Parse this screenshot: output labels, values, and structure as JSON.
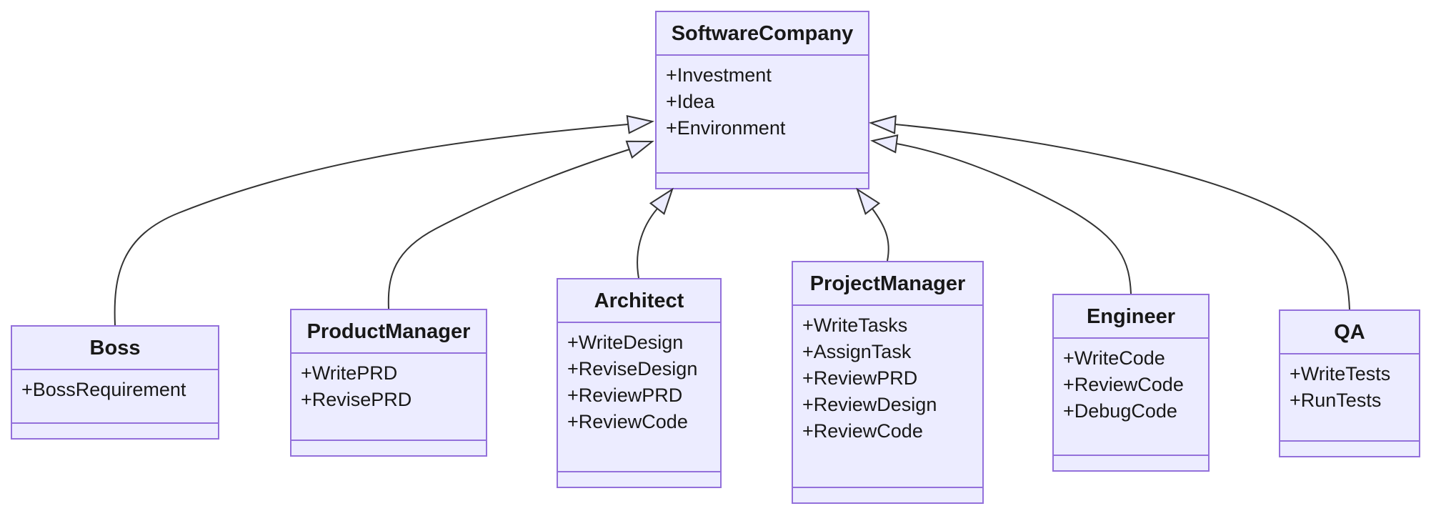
{
  "diagram": {
    "kind": "uml-class-diagram",
    "colors": {
      "node_fill": "#ECECFF",
      "node_border": "#9370DB",
      "edge_line": "#333333",
      "text": "#181818",
      "background": "#ffffff"
    },
    "classes": [
      {
        "id": "software-company",
        "name": "SoftwareCompany",
        "members": [
          "+Investment",
          "+Idea",
          "+Environment"
        ]
      },
      {
        "id": "boss",
        "name": "Boss",
        "members": [
          "+BossRequirement"
        ]
      },
      {
        "id": "product-manager",
        "name": "ProductManager",
        "members": [
          "+WritePRD",
          "+RevisePRD"
        ]
      },
      {
        "id": "architect",
        "name": "Architect",
        "members": [
          "+WriteDesign",
          "+ReviseDesign",
          "+ReviewPRD",
          "+ReviewCode"
        ]
      },
      {
        "id": "project-manager",
        "name": "ProjectManager",
        "members": [
          "+WriteTasks",
          "+AssignTask",
          "+ReviewPRD",
          "+ReviewDesign",
          "+ReviewCode"
        ]
      },
      {
        "id": "engineer",
        "name": "Engineer",
        "members": [
          "+WriteCode",
          "+ReviewCode",
          "+DebugCode"
        ]
      },
      {
        "id": "qa",
        "name": "QA",
        "members": [
          "+WriteTests",
          "+RunTests"
        ]
      }
    ],
    "relations": [
      {
        "from": "Boss",
        "to": "SoftwareCompany",
        "type": "inheritance"
      },
      {
        "from": "ProductManager",
        "to": "SoftwareCompany",
        "type": "inheritance"
      },
      {
        "from": "Architect",
        "to": "SoftwareCompany",
        "type": "inheritance"
      },
      {
        "from": "ProjectManager",
        "to": "SoftwareCompany",
        "type": "inheritance"
      },
      {
        "from": "Engineer",
        "to": "SoftwareCompany",
        "type": "inheritance"
      },
      {
        "from": "QA",
        "to": "SoftwareCompany",
        "type": "inheritance"
      }
    ]
  }
}
